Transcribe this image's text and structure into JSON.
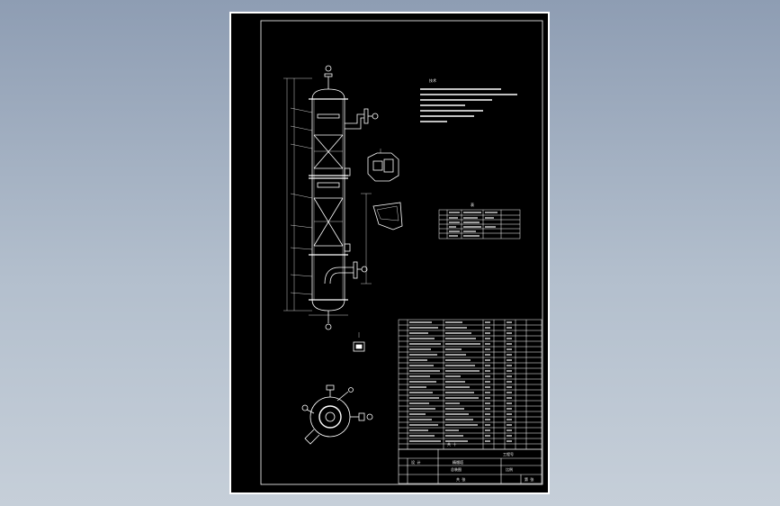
{
  "drawing": {
    "notes_heading": "技术",
    "table_heading": "表",
    "parts_label": "共 十",
    "title_block": {
      "top_label": "工程号",
      "drawing_name_1": "精馏塔",
      "drawing_name_2": "总装图",
      "scale": "比例",
      "designer": "设 计",
      "sheet_label": "共 张",
      "sheet_no": "第 张"
    }
  },
  "colors": {
    "background": "#9aa8bb",
    "sheet": "#000000",
    "lines": "#ffffff"
  }
}
